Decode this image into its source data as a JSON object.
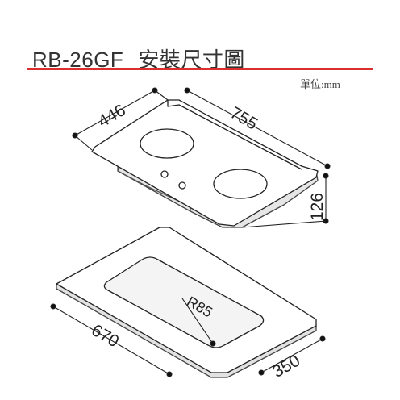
{
  "header": {
    "model": "RB-26GF",
    "title": "安裝尺寸圖",
    "unit_label": "單位:mm",
    "rule_color": "#d9302c"
  },
  "hob": {
    "dimensions": {
      "depth": "446",
      "width": "755",
      "height": "126"
    }
  },
  "cutout": {
    "dimensions": {
      "width": "670",
      "depth": "350",
      "corner_radius": "R85"
    }
  },
  "colors": {
    "line": "#222222",
    "glass_top": "#ffffff",
    "side": "#cccccc"
  }
}
